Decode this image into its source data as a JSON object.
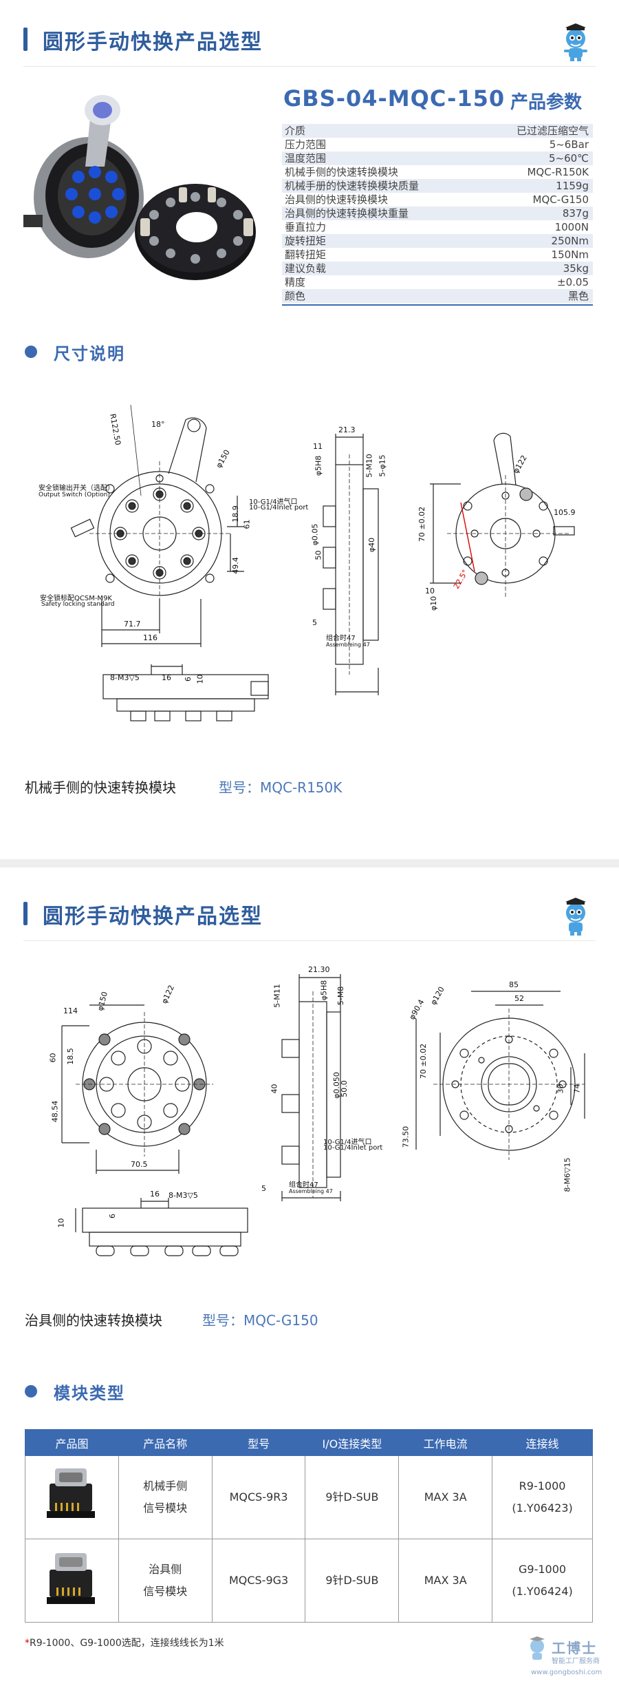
{
  "section1": {
    "title": "圆形手动快换产品选型"
  },
  "product": {
    "model": "GBS-04-MQC-150",
    "params_title": "产品参数",
    "specs": [
      {
        "k": "介质",
        "v": "已过滤压缩空气"
      },
      {
        "k": "压力范围",
        "v": "5~6Bar"
      },
      {
        "k": "温度范围",
        "v": "5~60℃"
      },
      {
        "k": "机械手侧的快速转换模块",
        "v": "MQC-R150K"
      },
      {
        "k": "机械手册的快速转换模块质量",
        "v": "1159g"
      },
      {
        "k": "治具侧的快速转换模块",
        "v": "MQC-G150"
      },
      {
        "k": "治具侧的快速转换模块重量",
        "v": "837g"
      },
      {
        "k": "垂直拉力",
        "v": "1000N"
      },
      {
        "k": "旋转扭矩",
        "v": "250Nm"
      },
      {
        "k": "翻转扭矩",
        "v": "150Nm"
      },
      {
        "k": "建议负载",
        "v": "35kg"
      },
      {
        "k": "精度",
        "v": "±0.05"
      },
      {
        "k": "颜色",
        "v": "黑色"
      }
    ]
  },
  "dimensions": {
    "title": "尺寸说明"
  },
  "drawing1": {
    "labels": {
      "r": "R122.50",
      "a18": "18°",
      "d150": "φ150",
      "l213": "21.3",
      "l11": "11",
      "d5h8": "φ5H8",
      "m10": "5-M10",
      "d15": "5-φ15",
      "d122": "φ122",
      "safety_cn": "安全锁输出开关（选配）",
      "safety_en": "Output Switch (Option)",
      "std_cn": "安全锁标配QCSM-M9K",
      "std_en": "Safety locking standard",
      "port_cn": "10-G1/4进气口",
      "port_en": "10-G1/4Inlet port",
      "l189": "18.9",
      "l61": "61",
      "l494": "49.4",
      "l717": "71.7",
      "l116": "116",
      "d005": "φ0.05",
      "l50": "50",
      "d40": "φ40",
      "l70": "70 ±0.02",
      "l1059": "105.9",
      "l5": "5",
      "asm_cn": "组合时47",
      "asm_en": "Assembleing 47",
      "l10": "10",
      "d10": "φ10",
      "a225": "22.5°",
      "m3": "8-M3▽5",
      "l16": "16",
      "l6": "6",
      "l10b": "10"
    }
  },
  "caption1": {
    "label": "机械手侧的快速转换模块",
    "model": "型号：MQC-R150K"
  },
  "section2": {
    "title": "圆形手动快换产品选型"
  },
  "drawing2": {
    "labels": {
      "l114": "114",
      "d150": "φ150",
      "d122": "φ122",
      "l60": "60",
      "l185": "18.5",
      "l4854": "48.54",
      "l705": "70.5",
      "l2130": "21.30",
      "d5h8": "φ5H8",
      "m11": "5-M11",
      "m8": "5-M8",
      "l40": "40",
      "d0050": "φ0.050",
      "l500": "50.0",
      "port_cn": "10-G1/4进气口",
      "port_en": "10-G1/4Inlet port",
      "asm_cn": "组合时47",
      "asm_en": "Assembleing 47",
      "l5": "5",
      "d120": "φ120",
      "d904": "φ90.4",
      "l85": "85",
      "l52": "52",
      "l70": "70 ±0.02",
      "l30": "30",
      "l74": "74",
      "l7350": "73.50",
      "m6": "8-M6▽15",
      "l10": "10",
      "l6": "6",
      "l16": "16",
      "m3": "8-M3▽5"
    }
  },
  "caption2": {
    "label": "治具侧的快速转换模块",
    "model": "型号：MQC-G150"
  },
  "modules": {
    "title": "模块类型",
    "headers": [
      "产品图",
      "产品名称",
      "型号",
      "I/O连接类型",
      "工作电流",
      "连接线"
    ],
    "rows": [
      {
        "name1": "机械手侧",
        "name2": "信号模块",
        "model": "MQCS-9R3",
        "io": "9针D-SUB",
        "current": "MAX 3A",
        "cable1": "R9-1000",
        "cable2": "(1.Y06423)"
      },
      {
        "name1": "治具侧",
        "name2": "信号模块",
        "model": "MQCS-9G3",
        "io": "9针D-SUB",
        "current": "MAX 3A",
        "cable1": "G9-1000",
        "cable2": "(1.Y06424)"
      }
    ]
  },
  "footnote": {
    "star": "*",
    "text": "R9-1000、G9-1000选配，连接线线长为1米"
  },
  "watermark": {
    "name": "工博士",
    "slogan": "智能工厂服务商",
    "url": "www.gongboshi.com"
  },
  "colors": {
    "brand_blue": "#3b6ab1",
    "title_blue": "#2f5d9e",
    "row_shade": "#e7ecf5"
  }
}
